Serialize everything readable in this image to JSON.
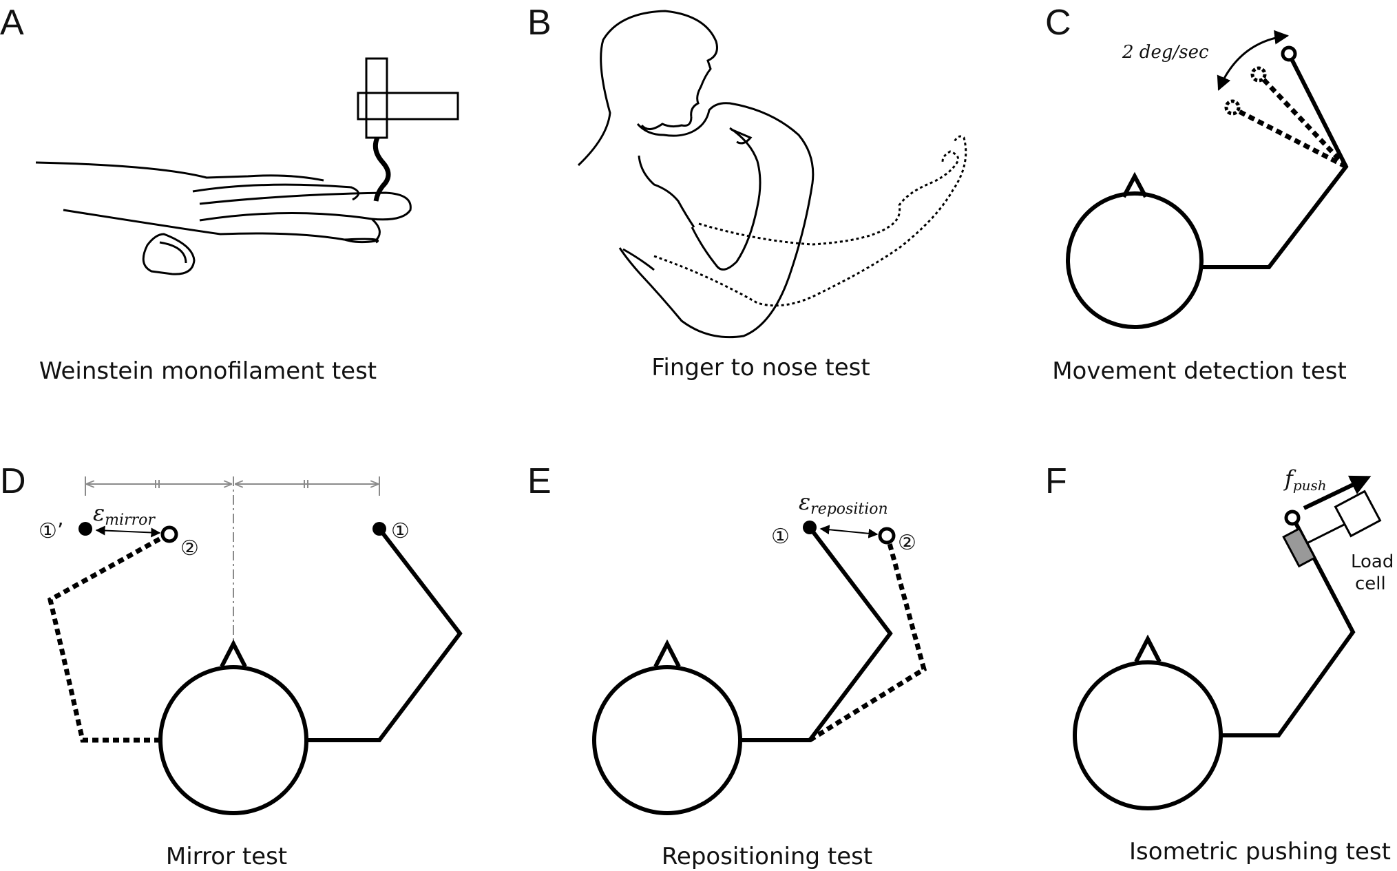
{
  "panels": {
    "A": {
      "letter": "A",
      "caption": "Weinstein monofilament test"
    },
    "B": {
      "letter": "B",
      "caption": "Finger to nose test"
    },
    "C": {
      "letter": "C",
      "caption": "Movement detection test",
      "speed_label": "2 deg/sec"
    },
    "D": {
      "letter": "D",
      "caption": "Mirror test",
      "error_label": "ε",
      "error_subscript": "mirror",
      "point1": "①",
      "point1_mirror": "①’",
      "point2": "②"
    },
    "E": {
      "letter": "E",
      "caption": "Repositioning test",
      "error_label": "ε",
      "error_subscript": "reposition",
      "point1": "①",
      "point2": "②"
    },
    "F": {
      "letter": "F",
      "caption": "Isometric pushing test",
      "force_label": "f",
      "force_subscript": "push",
      "sensor_label_line1": "Load",
      "sensor_label_line2": "cell"
    }
  },
  "colors": {
    "ink": "#000000",
    "dimension_line": "#8a8a8a",
    "load_cell_block": "#999999"
  }
}
